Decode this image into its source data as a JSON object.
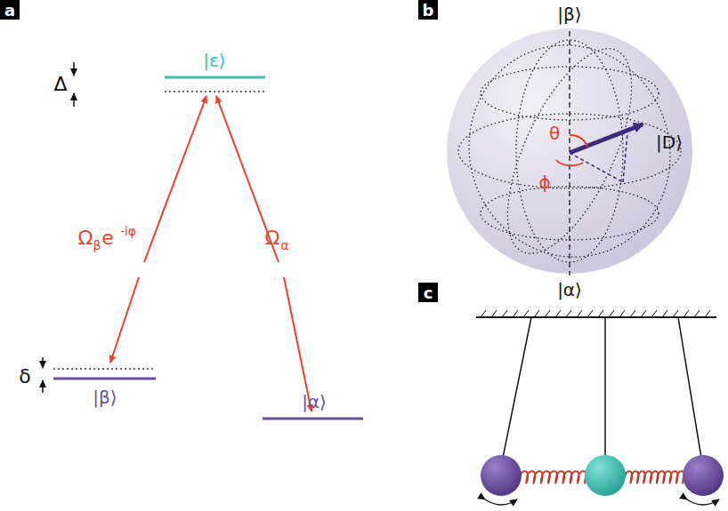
{
  "diagram": {
    "nodes": [
      {
        "text": [
          "a"
        ]
      },
      {
        "text": [
          "b"
        ]
      },
      {
        "text": [
          "c"
        ]
      }
    ],
    "labels": [
      "|ε⟩",
      "Δ",
      "Ω",
      "β",
      "e",
      "-iφ",
      "Ω",
      "α",
      "δ",
      "|β⟩",
      "|α⟩",
      "|β⟩",
      "θ",
      "|D⟩",
      "ϕ",
      "|α⟩"
    ]
  }
}
